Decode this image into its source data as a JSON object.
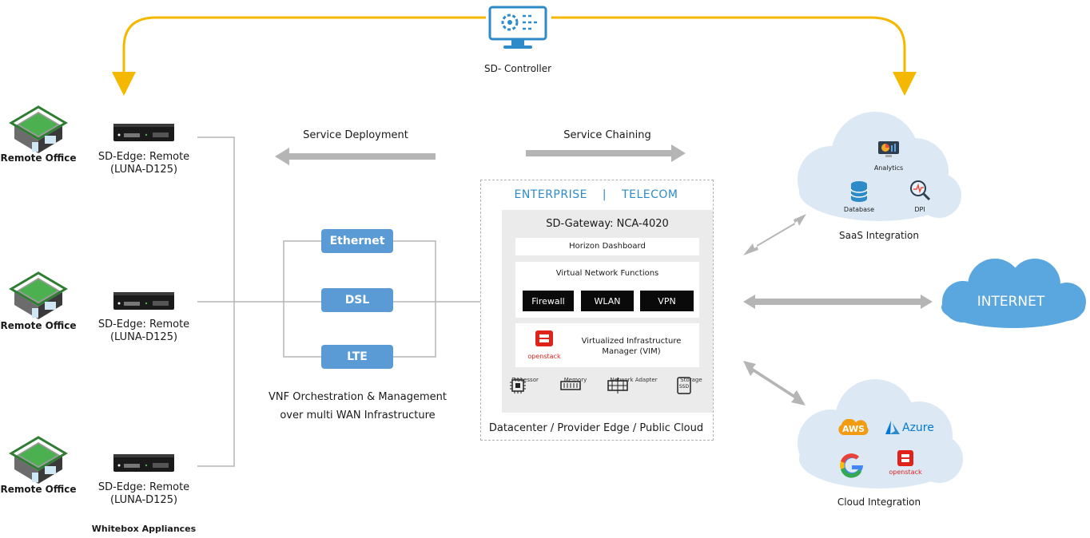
{
  "controller": {
    "label": "SD- Controller"
  },
  "offices": [
    {
      "label": "Remote Office",
      "device_line1": "SD-Edge: Remote",
      "device_line2": "(LUNA-D125)"
    },
    {
      "label": "Remote Office",
      "device_line1": "SD-Edge: Remote",
      "device_line2": "(LUNA-D125)"
    },
    {
      "label": "Remote Office",
      "device_line1": "SD-Edge: Remote",
      "device_line2": "(LUNA-D125)"
    }
  ],
  "whitebox_label": "Whitebox Appliances",
  "service_deployment": "Service Deployment",
  "service_chaining": "Service Chaining",
  "wan": [
    "Ethernet",
    "DSL",
    "LTE"
  ],
  "orchestration": {
    "line1": "VNF Orchestration & Management",
    "line2": "over multi WAN Infrastructure"
  },
  "gateway": {
    "header_enterprise": "ENTERPRISE",
    "header_sep": "|",
    "header_telecom": "TELECOM",
    "title": "SD-Gateway: NCA-4020",
    "horizon": "Horizon Dashboard",
    "vnf_title": "Virtual Network Functions",
    "vnfs": [
      "Firewall",
      "WLAN",
      "VPN"
    ],
    "vim_line1": "Virtualized Infrastructure",
    "vim_line2": "Manager (VIM)",
    "openstack": "openstack",
    "hardware": [
      "Processor",
      "Memory",
      "Network Adapter",
      "Storage"
    ],
    "ssd": "SSD",
    "footer": "Datacenter / Provider Edge / Public Cloud"
  },
  "saas": {
    "label": "SaaS Integration",
    "analytics": "Analytics",
    "database": "Database",
    "dpi": "DPI"
  },
  "internet": "INTERNET",
  "cloud": {
    "label": "Cloud Integration",
    "aws": "AWS",
    "azure": "Azure",
    "google": "G",
    "openstack": "openstack"
  },
  "colors": {
    "accent_yellow": "#f5b800",
    "wan_blue": "#5b9bd5",
    "header_blue": "#2e8bc9",
    "cloud_blue": "#5aa7e0",
    "gray_arrow": "#b5b5b5"
  }
}
